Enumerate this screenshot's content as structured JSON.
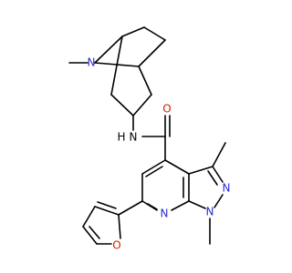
{
  "molecule": {
    "atoms": {
      "n_bridge": {
        "text": "N",
        "color": "#2a2ad0"
      },
      "n_amide": {
        "text": "N",
        "color": "#000000"
      },
      "h_amide": {
        "text": "H",
        "color": "#000000"
      },
      "o_carbonyl": {
        "text": "O",
        "color": "#cc2200"
      },
      "n_pyrazole2": {
        "text": "N",
        "color": "#2a2ad0"
      },
      "n_pyrazole1": {
        "text": "N",
        "color": "#2a2ad0"
      },
      "n_pyridine": {
        "text": "N",
        "color": "#2a2ad0"
      },
      "o_furan": {
        "text": "O",
        "color": "#cc2200"
      }
    }
  }
}
